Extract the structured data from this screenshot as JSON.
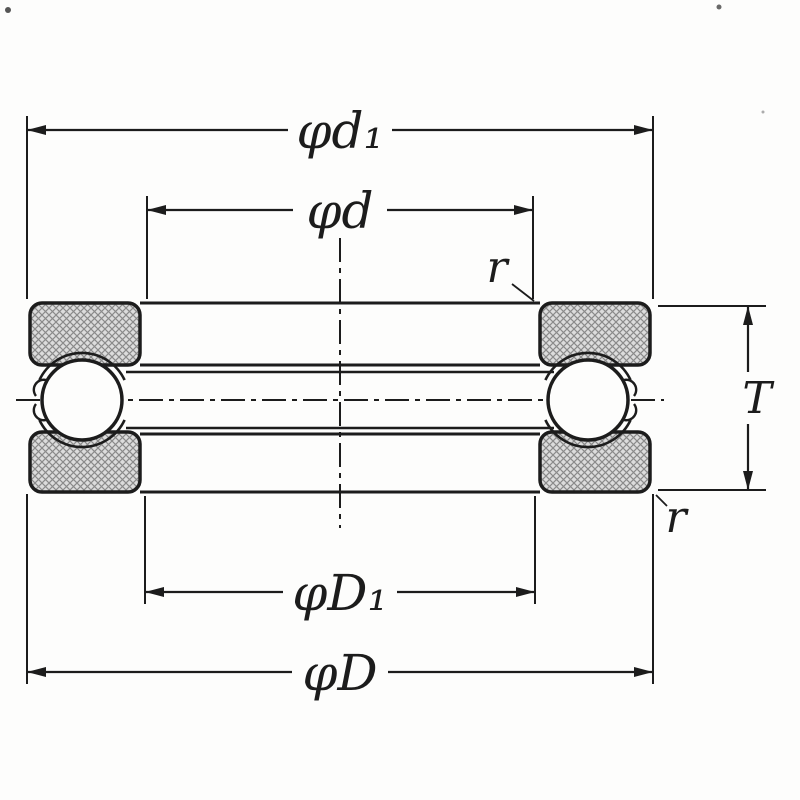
{
  "drawing": {
    "kind": "thrust-ball-bearing-cross-section",
    "labels": {
      "dia_top_outer": "φd₁",
      "dia_top_inner": "φd",
      "fillet_top": "r",
      "width": "T",
      "fillet_bottom": "r",
      "dia_bottom_inner": "φD₁",
      "dia_bottom_outer": "φD"
    },
    "colors": {
      "line": "#1c1c1c",
      "background": "#fdfdfc",
      "hatch_fill": "#dcdcdc",
      "hatch_stroke": "#8a8a8a"
    }
  }
}
